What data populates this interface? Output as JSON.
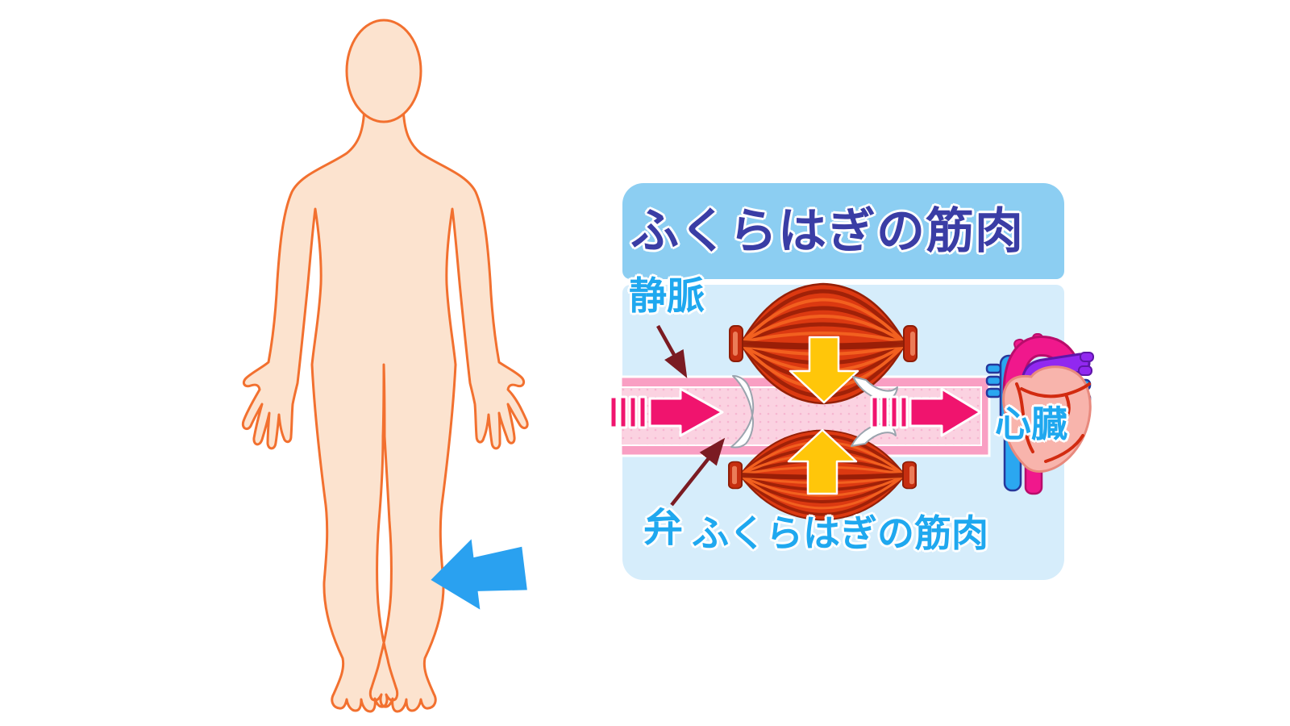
{
  "page": {
    "background": "#FFFFFF"
  },
  "body_figure": {
    "skin_color": "#FCE3CF",
    "outline_color": "#F2702F"
  },
  "leg_pointer": {
    "color": "#2AA1F0",
    "direction": "left"
  },
  "panel": {
    "title": "ふくらはぎの筋肉",
    "labels": {
      "vein": "静脈",
      "valve": "弁",
      "calf_muscle": "ふくらはぎの筋肉",
      "heart": "心臓"
    },
    "colors": {
      "title_text": "#3A3DA5",
      "title_band": "#8CCEF2",
      "panel_body": "#D6EDFB",
      "label_text": "#1FA8EF",
      "vein_outer": "#F99FC3",
      "vein_inner": "#FBD2E1",
      "flow_arrow": "#F0146E",
      "squeeze_arrow": "#FFC60A",
      "muscle_base": "#DC3911",
      "muscle_dark": "#A02108",
      "muscle_light": "#F2601F",
      "valve_fill": "#FFFFFF",
      "annotation_arrow": "#7B1B22",
      "heart_body": "#F8B4AC",
      "aorta": "#F0188C",
      "pulmonary_artery": "#9128F0",
      "vena_cava": "#2BA7F0",
      "coronary": "#D22B10"
    }
  }
}
